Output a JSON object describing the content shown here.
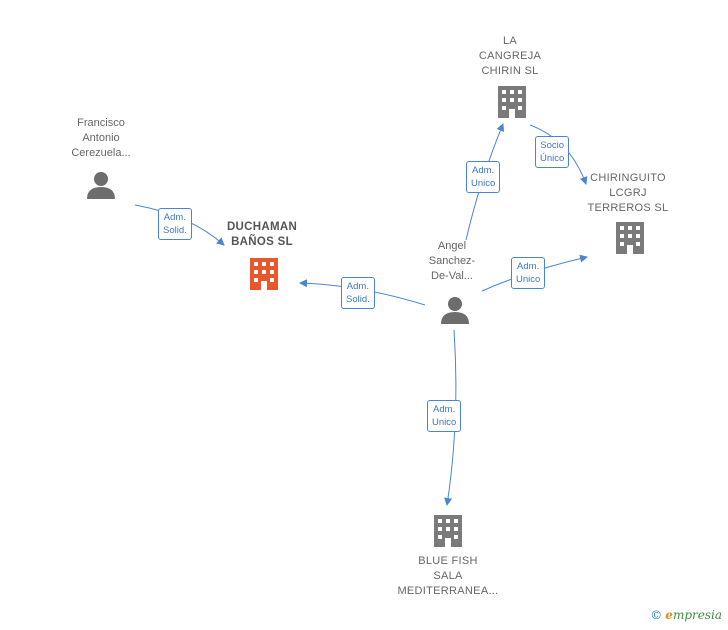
{
  "nodes": {
    "francisco": {
      "label": "Francisco\nAntonio\nCerezuela..."
    },
    "duchaman": {
      "label": "DUCHAMAN\nBAÑOS SL"
    },
    "angel": {
      "label": "Angel\nSanchez-\nDe-Val..."
    },
    "la_cangreja": {
      "label": "LA\nCANGREJA\nCHIRIN SL"
    },
    "chiringuito": {
      "label": "CHIRINGUITO\nLCGRJ\nTERREROS SL"
    },
    "blue_fish": {
      "label": "BLUE FISH\nSALA\nMEDITERRANEA..."
    }
  },
  "edges": {
    "francisco_duchaman": "Adm.\nSolid.",
    "angel_duchaman": "Adm.\nSolid.",
    "angel_cangreja": "Adm.\nUnico",
    "cangreja_chiringuito": "Socio\nÚnico",
    "angel_chiringuito": "Adm.\nUnico",
    "angel_bluefish": "Adm.\nUnico"
  },
  "colors": {
    "edge": "#4a86d0",
    "company": "#7a7a7a",
    "focus_company": "#e8582a",
    "person": "#6d6d6d"
  },
  "brand": {
    "copyright": "©",
    "e": "e",
    "rest": "mpresia"
  }
}
